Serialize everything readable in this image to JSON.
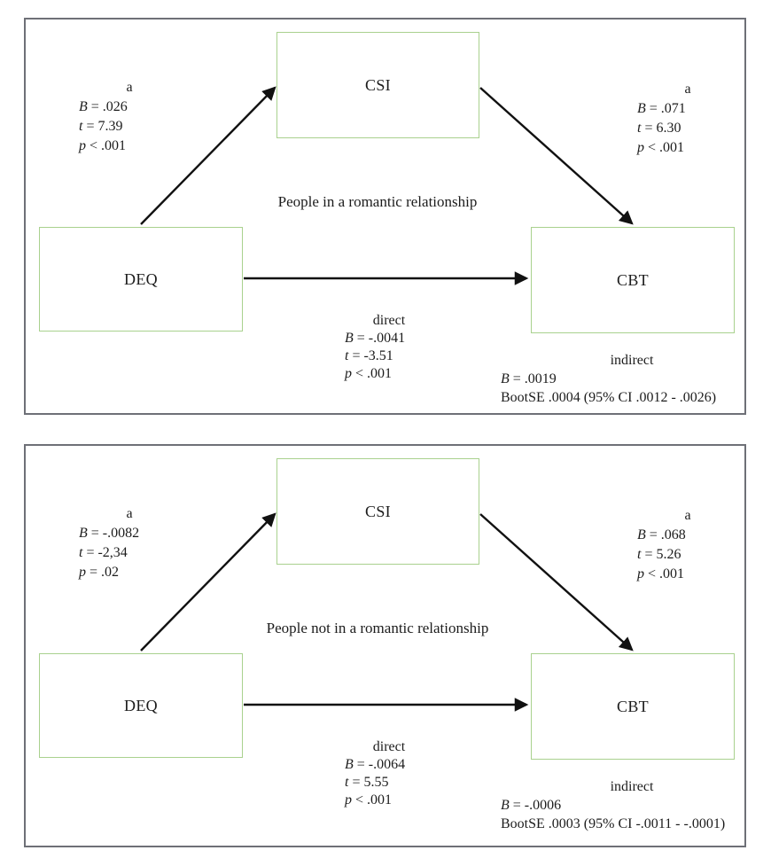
{
  "colors": {
    "box_border": "#a9d18e",
    "panel_border": "#6e7077",
    "arrow": "#111111",
    "background": "#ffffff"
  },
  "panels": [
    {
      "group_label": "People in a romantic relationship",
      "predictor": "DEQ",
      "mediator": "CSI",
      "outcome": "CBT",
      "path_a": {
        "label": "a",
        "B_var": "B",
        "B_rest": " = .026",
        "t_var": "t",
        "t_rest": " = 7.39",
        "p_var": "p",
        "p_rest": " < .001"
      },
      "path_b": {
        "label": "a",
        "B_var": "B",
        "B_rest": " = .071",
        "t_var": "t",
        "t_rest": " = 6.30",
        "p_var": "p",
        "p_rest": " < .001"
      },
      "direct": {
        "label": "direct",
        "B_var": "B",
        "B_rest": " = -.0041",
        "t_var": "t",
        "t_rest": " = -3.51",
        "p_var": "p",
        "p_rest": " < .001"
      },
      "indirect": {
        "label": "indirect",
        "B_var": "B",
        "B_rest": " = .0019",
        "boot": "BootSE .0004 (95% CI .0012 - .0026)"
      }
    },
    {
      "group_label": "People not in a romantic relationship",
      "predictor": "DEQ",
      "mediator": "CSI",
      "outcome": "CBT",
      "path_a": {
        "label": "a",
        "B_var": "B",
        "B_rest": " = -.0082",
        "t_var": "t",
        "t_rest": " = -2,34",
        "p_var": "p",
        "p_rest": " = .02"
      },
      "path_b": {
        "label": "a",
        "B_var": "B",
        "B_rest": " = .068",
        "t_var": "t",
        "t_rest": " = 5.26",
        "p_var": "p",
        "p_rest": " < .001"
      },
      "direct": {
        "label": "direct",
        "B_var": "B",
        "B_rest": " = -.0064",
        "t_var": "t",
        "t_rest": " = 5.55",
        "p_var": "p",
        "p_rest": " < .001"
      },
      "indirect": {
        "label": "indirect",
        "B_var": "B",
        "B_rest": " = -.0006",
        "boot": "BootSE .0003 (95% CI -.0011 - -.0001)"
      }
    }
  ]
}
